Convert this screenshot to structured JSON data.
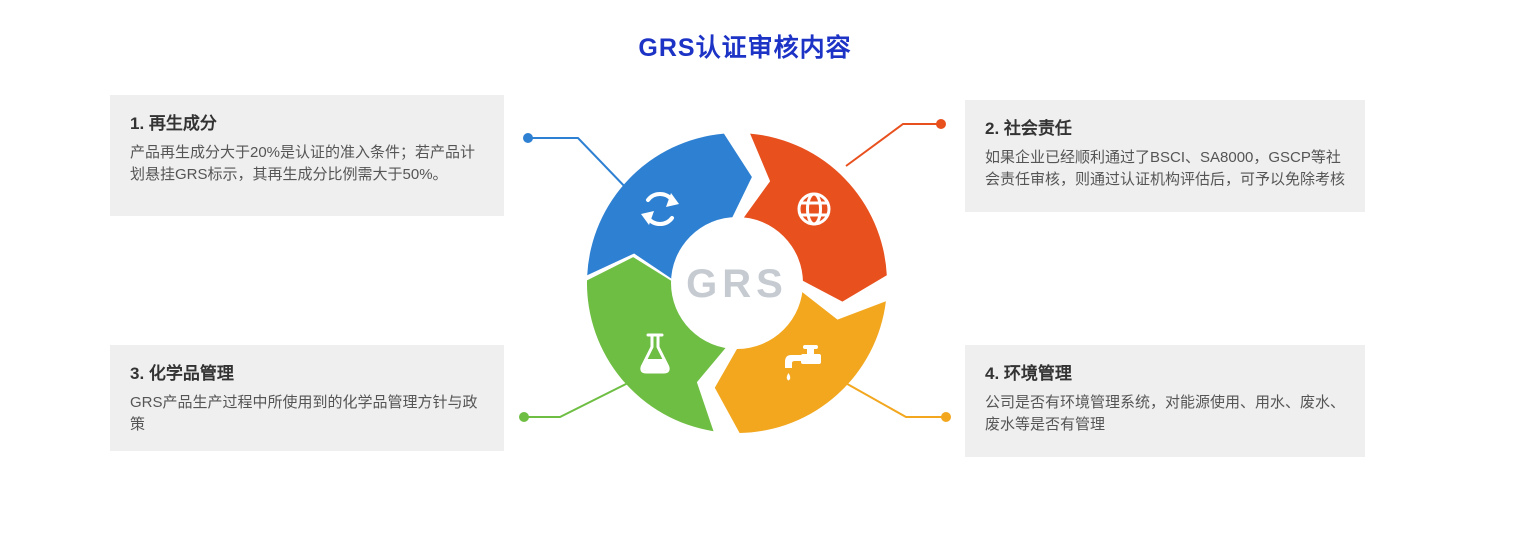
{
  "page": {
    "title": "GRS认证审核内容",
    "title_color": "#1c33c6",
    "background_color": "#ffffff",
    "card_background_color": "#efefef"
  },
  "wheel": {
    "center_label": "GRS",
    "center_label_color": "#c6cbd2",
    "segments": [
      {
        "id": "recycled-content",
        "color": "#2e80d2",
        "icon": "recycle-icon"
      },
      {
        "id": "social-responsibility",
        "color": "#e8501e",
        "icon": "globe-icon"
      },
      {
        "id": "environment-management",
        "color": "#f2a71f",
        "icon": "faucet-icon"
      },
      {
        "id": "chemical-management",
        "color": "#6fbe44",
        "icon": "flask-icon"
      }
    ]
  },
  "cards": [
    {
      "title": "1. 再生成分",
      "body": "产品再生成分大于20%是认证的准入条件；若产品计划悬挂GRS标示，其再生成分比例需大于50%。"
    },
    {
      "title": "2. 社会责任",
      "body": "如果企业已经顺利通过了BSCI、SA8000，GSCP等社会责任审核，则通过认证机构评估后，可予以免除考核"
    },
    {
      "title": "3. 化学品管理",
      "body": "GRS产品生产过程中所使用到的化学品管理方针与政策"
    },
    {
      "title": "4. 环境管理",
      "body": "公司是否有环境管理系统，对能源使用、用水、废水、废水等是否有管理"
    }
  ]
}
